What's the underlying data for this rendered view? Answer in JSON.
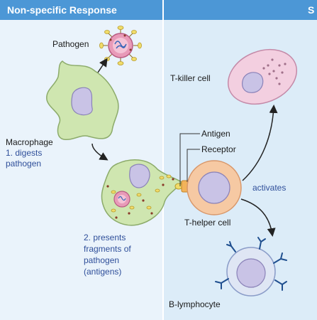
{
  "header": {
    "left_title": "Non-specific Response",
    "right_title": "S"
  },
  "labels": {
    "pathogen": "Pathogen",
    "macrophage": "Macrophage",
    "step1_line1": "1. digests",
    "step1_line2": "pathogen",
    "step2_line1": "2. presents",
    "step2_line2": "fragments of",
    "step2_line3": "pathogen",
    "step2_line4": "(antigens)",
    "antigen": "Antigen",
    "receptor": "Receptor",
    "t_killer": "T-killer cell",
    "t_helper": "T-helper cell",
    "activates": "activates",
    "b_lymphocyte": "B-lymphocyte"
  },
  "colors": {
    "header_bg": "#4c97d6",
    "left_bg": "#eaf3fb",
    "right_bg": "#dcecf8",
    "macrophage_fill": "#cfe6b0",
    "nucleus_fill": "#c9c3e6",
    "pathogen_fill": "#e8a0b8",
    "t_helper_fill": "#f6c9a3",
    "t_killer_fill": "#f3cfe0",
    "b_cell_fill": "#dfe6f4",
    "spike_color": "#e8d25a",
    "antibody_color": "#1f4f8f",
    "label_blue": "#2f4f9a"
  }
}
